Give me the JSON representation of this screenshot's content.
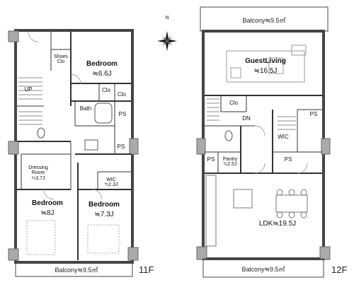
{
  "floor_11": {
    "floor_label": "11F",
    "balcony": "Balcony≒9.5㎡",
    "rooms": {
      "shoes_clo_line1": "Shoes",
      "shoes_clo_line2": "Clo",
      "bedroom_top": "Bedroom",
      "bedroom_top_area": "≒6.6J",
      "clo_a": "Clo",
      "clo_b": "Clo",
      "up": "UP",
      "bath": "Bath",
      "ps_a": "PS",
      "ps_b": "PS",
      "dressing_line1": "Dressing",
      "dressing_line2": "Room",
      "dressing_area": "≒3.7J",
      "wic": "WIC",
      "wic_area": "≒2.3J",
      "bedroom_left": "Bedroom",
      "bedroom_left_area": "≒8J",
      "bedroom_right": "Bedroom",
      "bedroom_right_area": "≒7.3J"
    }
  },
  "floor_12": {
    "floor_label": "12F",
    "balcony_top": "Balcony≒9.5㎡",
    "balcony_bottom": "Balcony≒9.5㎡",
    "rooms": {
      "guest_living": "GuestLiving",
      "guest_living_area": "≒16.5J",
      "clo": "Clo",
      "dn": "DN",
      "ps_a": "PS",
      "wic": "WIC",
      "ps_b": "PS",
      "pantry": "Pantry",
      "pantry_area": "≒2.5J",
      "ps_c": "PS",
      "ldk": "LDK≒19.5J"
    }
  },
  "compass": {
    "north_label": "N"
  }
}
